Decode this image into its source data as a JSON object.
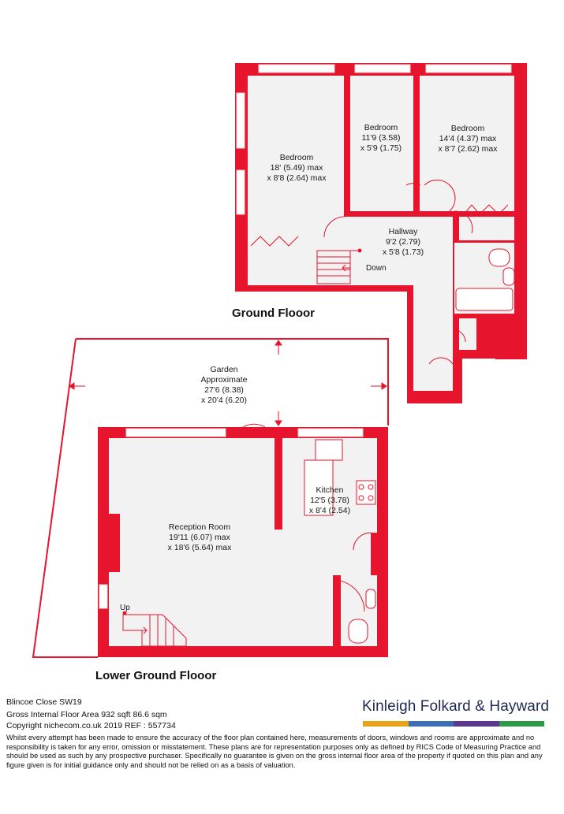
{
  "colors": {
    "wall": "#e6142c",
    "floor": "#f2f2f2",
    "outline": "#e6142c",
    "brand_text": "#1d2a55",
    "brand_bars": [
      "#e8a21c",
      "#3a6fb5",
      "#5a3a8e",
      "#2f9a45"
    ]
  },
  "ground_floor": {
    "title": "Ground Flooor",
    "rooms": [
      {
        "name": "Bedroom",
        "dims1": "18' (5.49) max",
        "dims2": "x 8'8 (2.64) max"
      },
      {
        "name": "Bedroom",
        "dims1": "11'9 (3.58)",
        "dims2": "x 5'9 (1.75)"
      },
      {
        "name": "Bedroom",
        "dims1": "14'4 (4.37) max",
        "dims2": "x 8'7 (2.62) max"
      },
      {
        "name": "Hallway",
        "dims1": "9'2 (2.79)",
        "dims2": "x 5'8 (1.73)"
      }
    ],
    "stairs_label": "Down"
  },
  "lower_ground_floor": {
    "title": "Lower Ground Flooor",
    "rooms": [
      {
        "name": "Garden",
        "dims1": "Approximate",
        "dims2": "27'6 (8.38)",
        "dims3": "x 20'4 (6.20)"
      },
      {
        "name": "Kitchen",
        "dims1": "12'5 (3.78)",
        "dims2": "x 8'4 (2.54)"
      },
      {
        "name": "Reception Room",
        "dims1": "19'11 (6.07) max",
        "dims2": "x 18'6 (5.64) max"
      }
    ],
    "stairs_label": "Up"
  },
  "footer": {
    "address": "Blincoe Close SW19",
    "area": "Gross Internal Floor Area 932 sqft 86.6 sqm",
    "copyright": "Copyright nichecom.co.uk 2019 REF : 557734",
    "disclaimer": "Whilst every attempt has been made to ensure the accuracy of the floor plan contained here, measurements of doors, windows and rooms are approximate and no responsibility is taken for any error, omission or misstatement.  These plans are for representation purposes only as defined by RICS Code of Measuring Practice and should be used as such by any prospective purchaser.  Specifically no guarantee is given on the gross internal floor area of the property if quoted on this plan and any figure given is for initial guidance only and should not be relied on as a basis of valuation."
  },
  "brand": {
    "name": "Kinleigh Folkard & Hayward"
  }
}
